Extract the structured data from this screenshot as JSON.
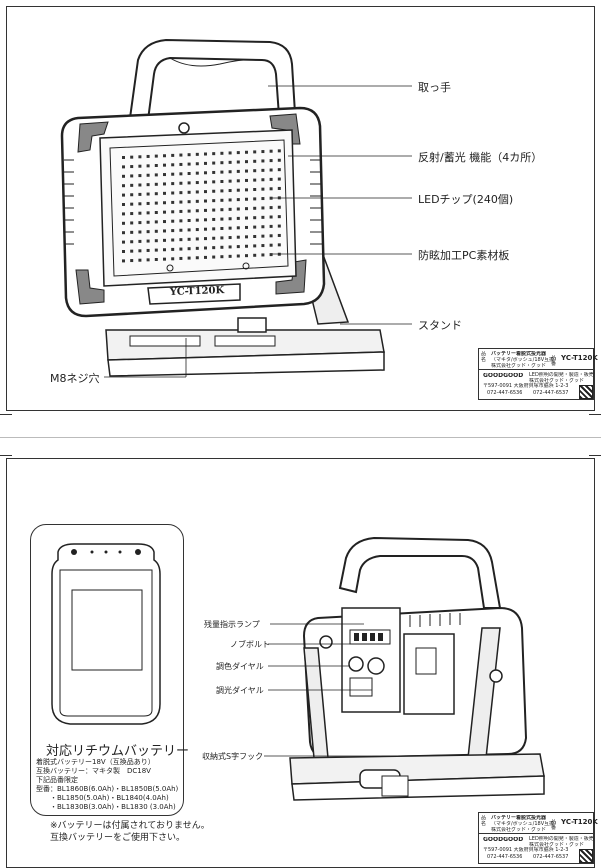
{
  "page1": {
    "labels": {
      "handle": "取っ手",
      "reflector": "反射/蓄光 機能（4カ所）",
      "led": "LEDチップ(240個)",
      "pc_panel": "防眩加工PC素材板",
      "stand": "スタンド",
      "screw": "M8ネジ穴"
    },
    "light_badge": "YC-T120K"
  },
  "title_block": {
    "col1": "品名",
    "name_line1": "バッテリー着脱式投光器",
    "name_line2": "（マキタ/ボッシュ/18V互換）",
    "company_sub": "株式会社グッド・グッド",
    "col2": "品番",
    "model": "YC-T120K",
    "brand": "GOODGOOD",
    "brand_desc1": "LED照明の開発・製造・販売",
    "brand_desc2": "株式会社グッド・グッド",
    "address": "〒597-0091 大阪府貝塚市脇浜 1-2-3",
    "tel": "072-447-6536",
    "fax": "072-447-6537"
  },
  "page2": {
    "labels": {
      "indicator": "残量指示ランプ",
      "knob_bolt": "ノブボルト",
      "color_dial": "調色ダイヤル",
      "dimmer_dial": "調光ダイヤル",
      "hook": "収納式S字フック"
    },
    "battery": {
      "title": "対応リチウムバッテリー",
      "lines": [
        "着脱式バッテリー18V（互換品あり）",
        "互換バッテリー：マキタ製　DC18V",
        "下記品番限定",
        "型番：BL1860B(6.0Ah)・BL1850B(5.0Ah)",
        "　　・BL1850(5.0Ah)・BL1840(4.0Ah)",
        "　　・BL1830B(3.0Ah)・BL1830 (3.0Ah)"
      ]
    },
    "notes": [
      "※バッテリーは付属されておりません。",
      "互換バッテリーをご使用下さい。"
    ]
  }
}
